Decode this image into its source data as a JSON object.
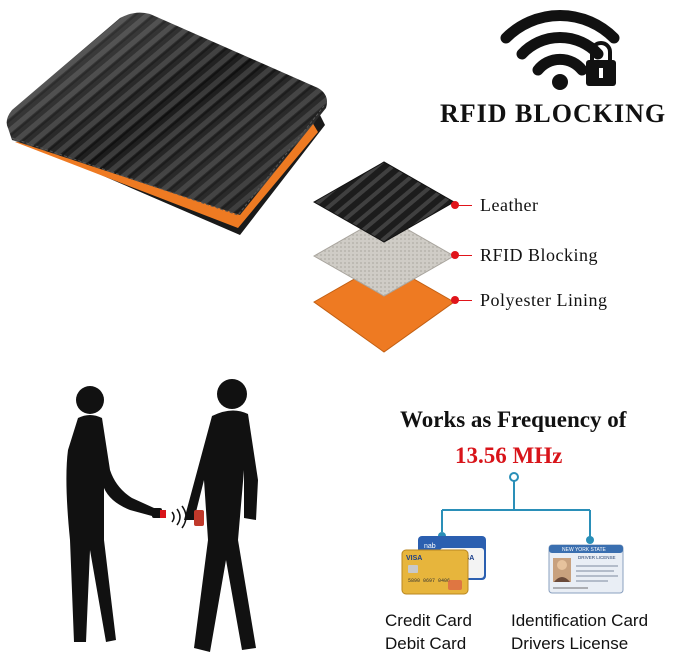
{
  "rfid": {
    "title": "RFID BLOCKING",
    "icon": "wifi-lock-icon"
  },
  "layers": [
    {
      "label": "Leather",
      "color": "#2a2a2a"
    },
    {
      "label": "RFID Blocking",
      "color": "#c9c6c0"
    },
    {
      "label": "Polyester Lining",
      "color": "#ee7a22"
    }
  ],
  "frequency": {
    "title": "Works as Frequency of",
    "value": "13.56 MHz",
    "value_color": "#d8141a"
  },
  "cards": {
    "credit": {
      "line1": "Credit Card",
      "line2": "Debit Card",
      "card_brand": "VISA",
      "card_bank": "nab"
    },
    "id": {
      "line1": "Identification Card",
      "line2": "Drivers License",
      "card_header": "NEW YORK STATE",
      "card_sub": "DRIVER LICENSE"
    }
  },
  "colors": {
    "accent": "#e0141a",
    "orange": "#ee7a22",
    "connector": "#2a8fb8"
  }
}
